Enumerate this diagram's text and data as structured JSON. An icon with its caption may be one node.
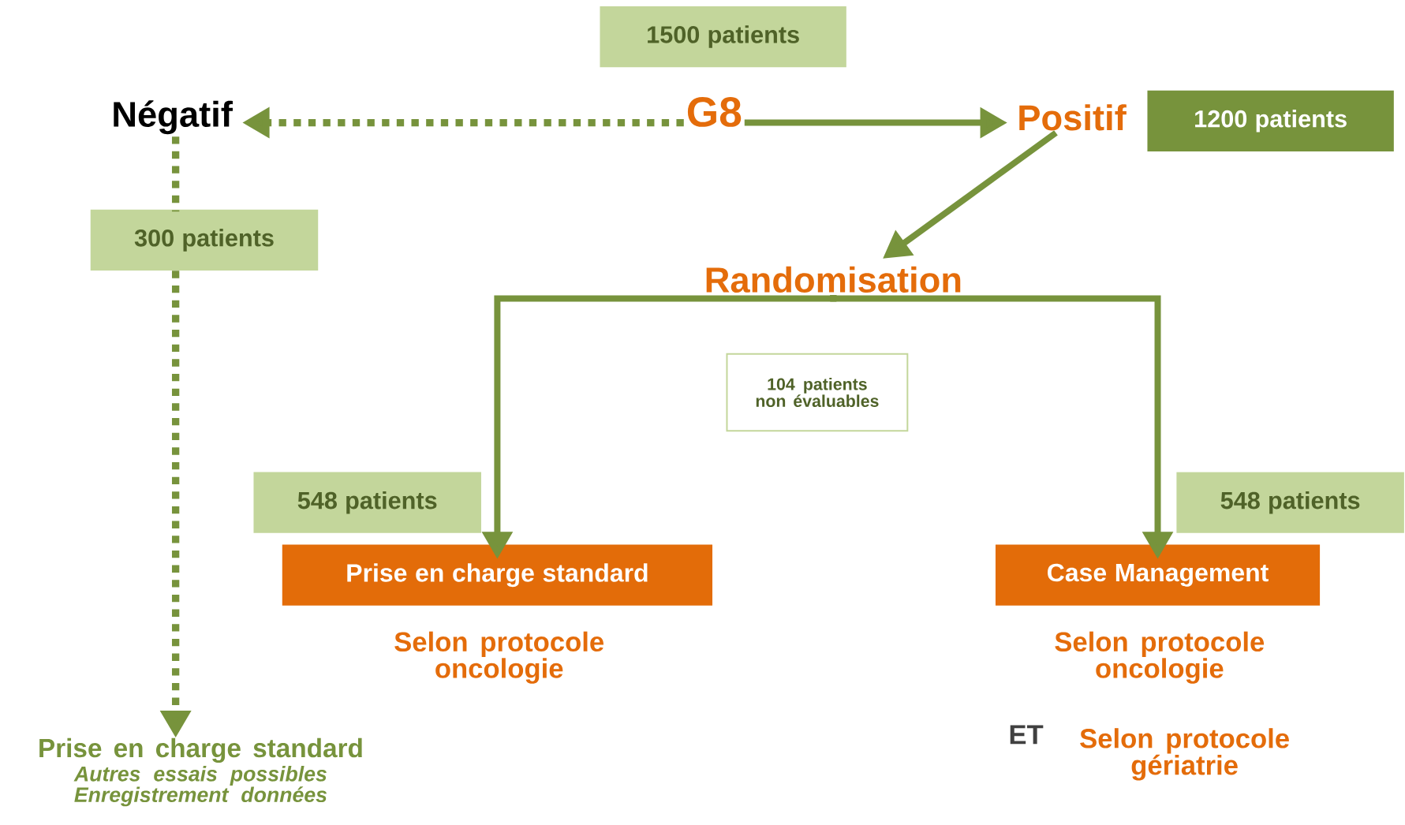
{
  "diagram": {
    "nodes": [
      {
        "text": [
          "1500 patients"
        ]
      },
      {
        "text": [
          "G8"
        ]
      },
      {
        "text": [
          "Négatif"
        ]
      },
      {
        "text": [
          "Positif"
        ]
      },
      {
        "text": [
          "1200 patients"
        ]
      },
      {
        "text": [
          "300 patients"
        ]
      },
      {
        "text": [
          "Randomisation"
        ]
      },
      {
        "text": [
          "104 patients non évaluables"
        ]
      },
      {
        "text": [
          "548 patients"
        ]
      },
      {
        "text": [
          "Prise en charge standard"
        ],
        "beside": [
          "Selon protocole oncologie"
        ]
      },
      {
        "text": [
          "548 patients"
        ]
      },
      {
        "text": [
          "Case Management"
        ],
        "beside": [
          "Selon protocole oncologie",
          "ET",
          "Selon protocole gériatrie"
        ]
      },
      {
        "text": [
          "Prise en charge standard",
          "Autres essais possibles Enregistrement données"
        ]
      }
    ],
    "edges": [
      {
        "from": 1,
        "to": 2,
        "arrow": "to",
        "style": "dashed"
      },
      {
        "from": 1,
        "to": 3,
        "arrow": "to"
      },
      {
        "from": 3,
        "to": 6,
        "arrow": "to"
      },
      {
        "from": 6,
        "to": 9,
        "arrow": "to"
      },
      {
        "from": 6,
        "to": 11,
        "arrow": "to"
      },
      {
        "from": 2,
        "to": 5,
        "arrow": "none",
        "style": "dashed"
      },
      {
        "from": 5,
        "to": 12,
        "arrow": "to",
        "style": "dashed"
      }
    ]
  }
}
